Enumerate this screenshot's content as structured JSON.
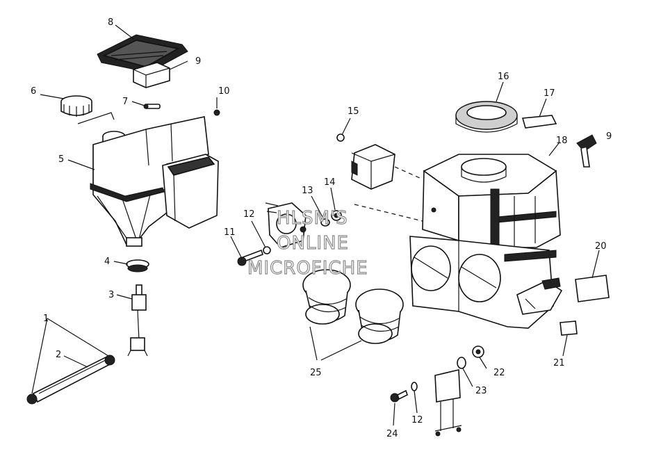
{
  "callouts": [
    {
      "id": "c1",
      "text": "1"
    },
    {
      "id": "c2",
      "text": "2"
    },
    {
      "id": "c3",
      "text": "3"
    },
    {
      "id": "c4",
      "text": "4"
    },
    {
      "id": "c5",
      "text": "5"
    },
    {
      "id": "c6",
      "text": "6"
    },
    {
      "id": "c7",
      "text": "7"
    },
    {
      "id": "c8",
      "text": "8"
    },
    {
      "id": "c9a",
      "text": "9"
    },
    {
      "id": "c9b",
      "text": "9"
    },
    {
      "id": "c10",
      "text": "10"
    },
    {
      "id": "c11",
      "text": "11"
    },
    {
      "id": "c12a",
      "text": "12"
    },
    {
      "id": "c12b",
      "text": "12"
    },
    {
      "id": "c13",
      "text": "13"
    },
    {
      "id": "c14",
      "text": "14"
    },
    {
      "id": "c15",
      "text": "15"
    },
    {
      "id": "c16",
      "text": "16"
    },
    {
      "id": "c17",
      "text": "17"
    },
    {
      "id": "c18",
      "text": "18"
    },
    {
      "id": "c20",
      "text": "20"
    },
    {
      "id": "c21",
      "text": "21"
    },
    {
      "id": "c22",
      "text": "22"
    },
    {
      "id": "c23",
      "text": "23"
    },
    {
      "id": "c24",
      "text": "24"
    },
    {
      "id": "c25",
      "text": "25"
    }
  ],
  "watermark": {
    "line1": "HLSM'S",
    "line2": "ONLINE",
    "line3": "MICROFICHE"
  }
}
